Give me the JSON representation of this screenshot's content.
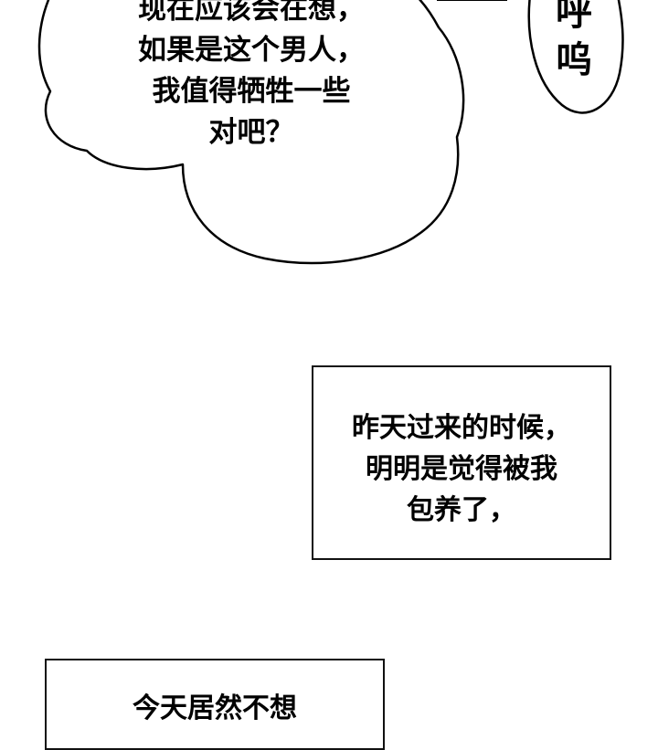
{
  "thought_bubble": {
    "lines": [
      "现在应该会在想，",
      "如果是这个男人，",
      "我值得牺牲一些",
      "对吧？"
    ]
  },
  "sfx_bubble": {
    "lines": [
      "呼",
      "呜"
    ]
  },
  "caption_box_1": {
    "lines": [
      "昨天过来的时候，",
      "明明是觉得被我",
      "包养了，"
    ]
  },
  "caption_box_2": {
    "lines": [
      "今天居然不想"
    ]
  }
}
